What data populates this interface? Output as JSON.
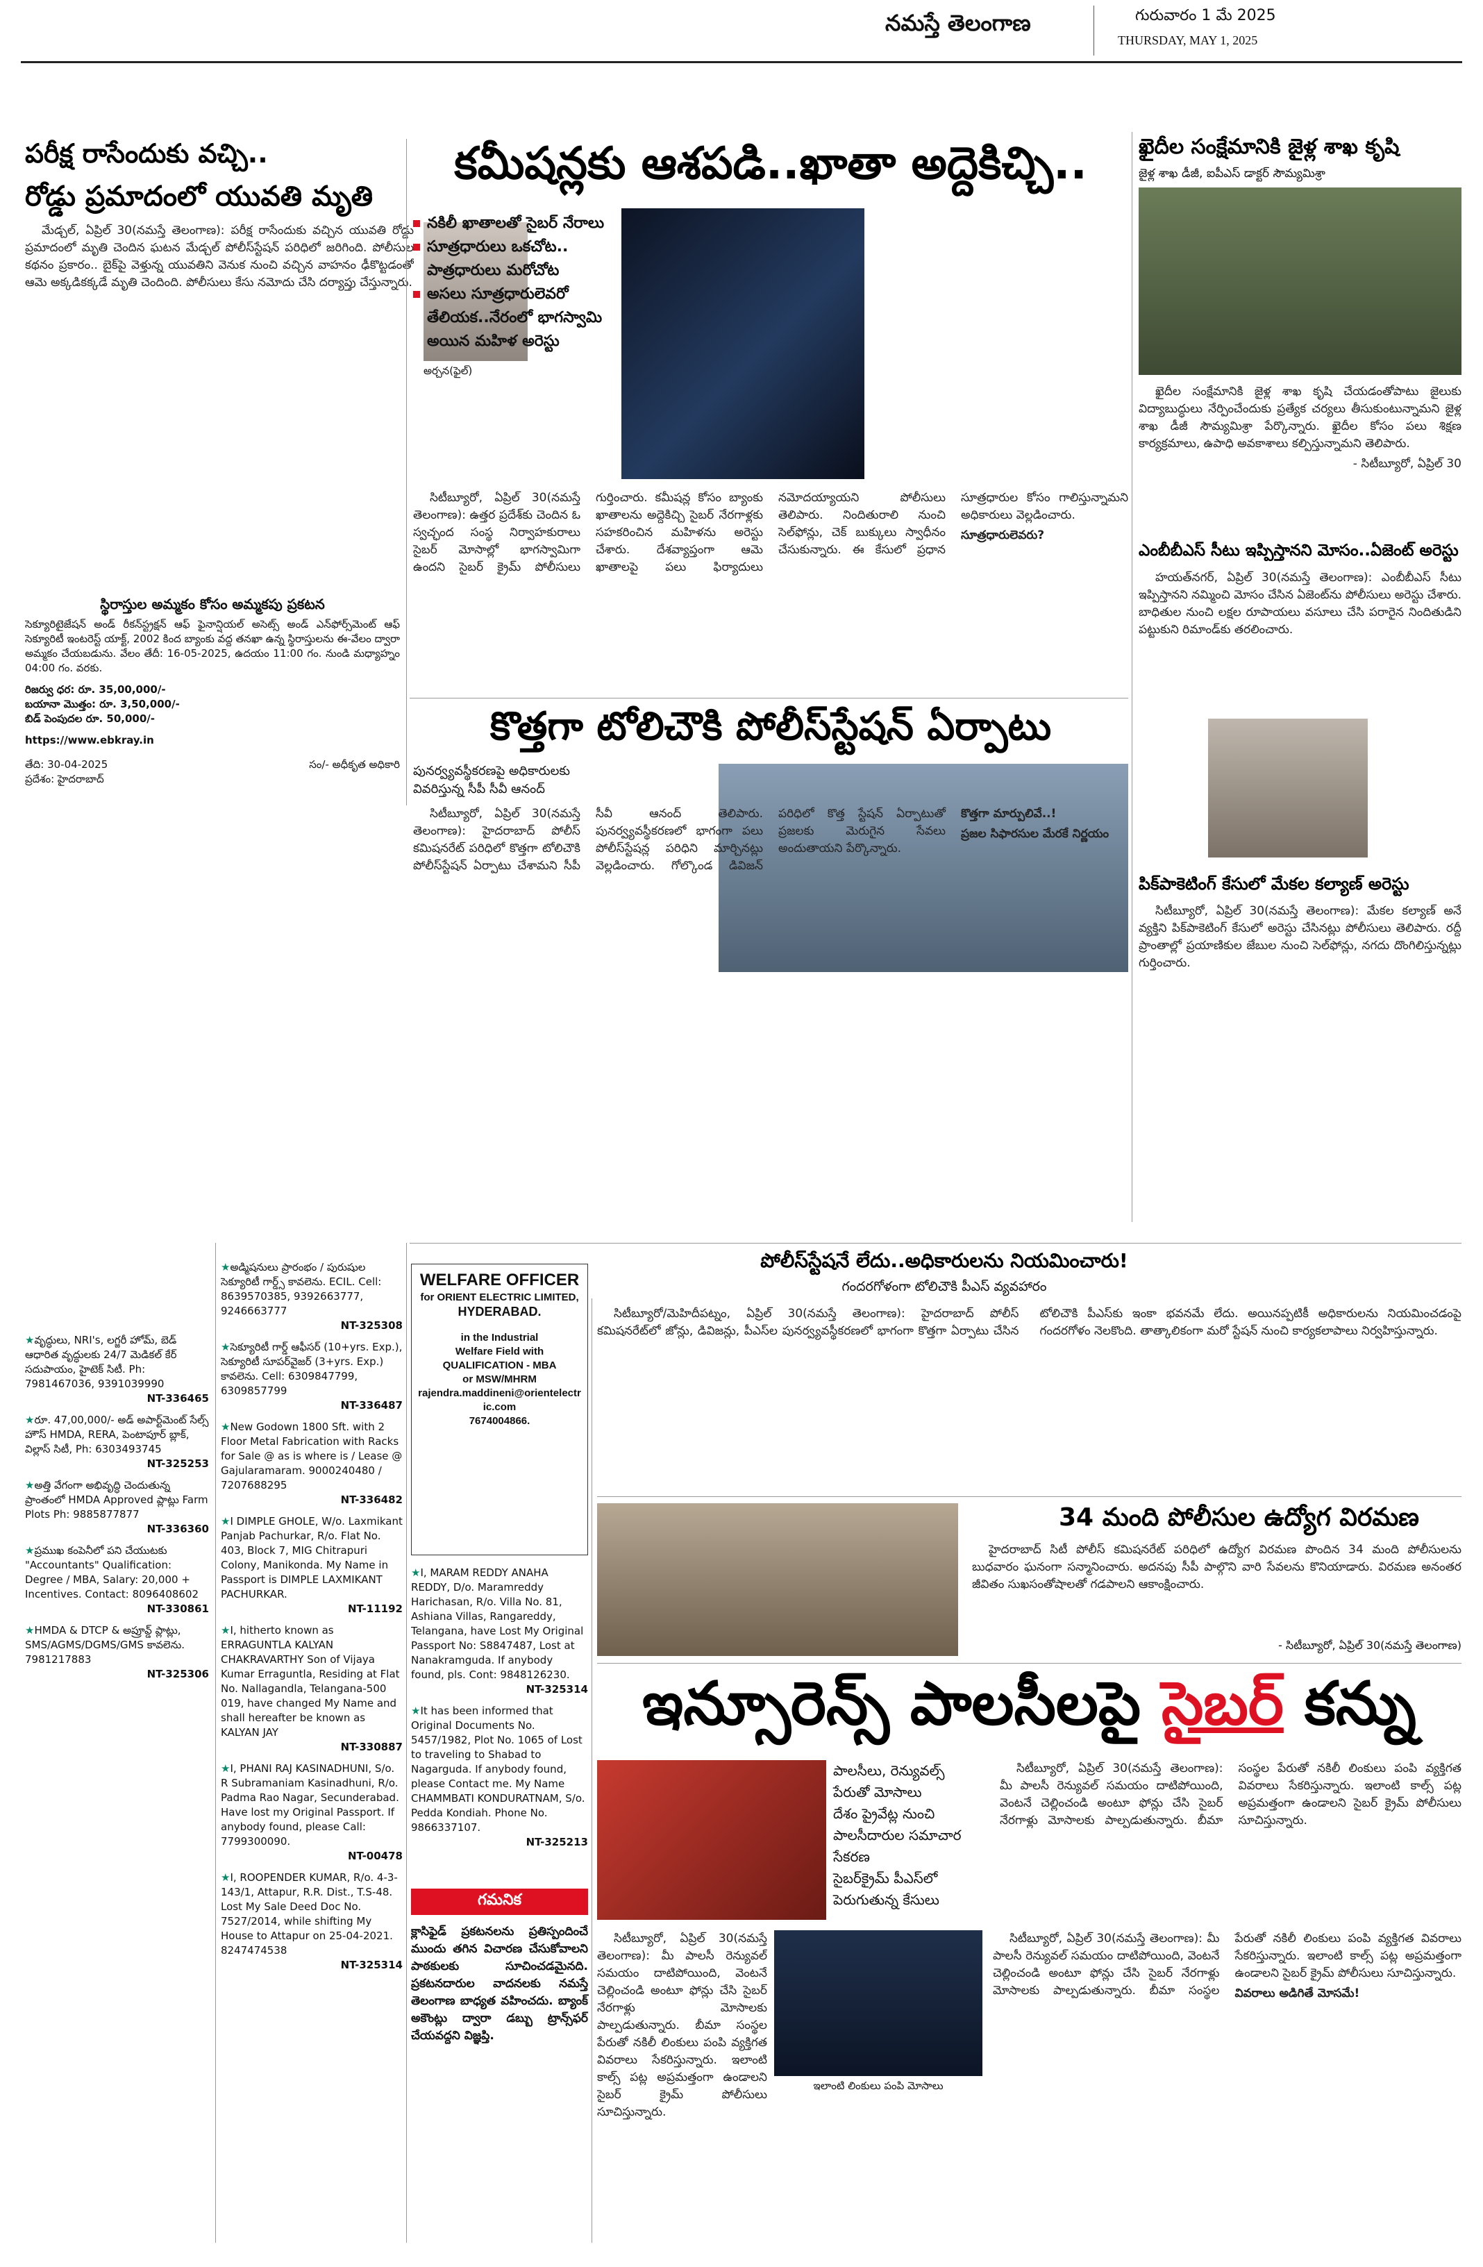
{
  "masthead": {
    "paper_name": "నమస్తే తెలంగాణ",
    "date_telugu": "గురువారం 1 మే 2025",
    "date_english": "THURSDAY, MAY 1, 2025"
  },
  "story_road_accident": {
    "kicker": "పరీక్ష రాసేందుకు వచ్చి..",
    "headline": "రోడ్డు ప్రమాదంలో యువతి మృతి",
    "body": "మేడ్చల్, ఏప్రిల్ 30(నమస్తే తెలంగాణ): పరీక్ష రాసేందుకు వచ్చిన యువతి రోడ్డు ప్రమాదంలో మృతి చెందిన ఘటన మేడ్చల్ పోలీస్‌స్టేషన్ పరిధిలో జరిగింది. పోలీసుల కథనం ప్రకారం.. బైక్‌పై వెళ్తున్న యువతిని వెనుక నుంచి వచ్చిన వాహనం ఢీకొట్టడంతో ఆమె అక్కడికక్కడే మృతి చెందింది. పోలీసులు కేసు నమోదు చేసి దర్యాప్తు చేస్తున్నారు.",
    "photo_caption": "అర్చన(ఫైల్)"
  },
  "story_commission": {
    "headline": "కమీషన్లకు ఆశపడి..ఖాతా అద్దెకిచ్చి..",
    "bullets": [
      "నకిలీ ఖాతాలతో సైబర్ నేరాలు",
      "సూత్రధారులు ఒకచోట..",
      "పాత్రధారులు మరోచోట",
      "అసలు సూత్రధారులెవరో",
      "తేలియక..నేరంలో భాగస్వామి",
      "అయిన మహిళ అరెస్టు"
    ],
    "body": "సిటీబ్యూరో, ఏప్రిల్ 30(నమస్తే తెలంగాణ): ఉత్తర ప్రదేశ్‌కు చెందిన ఓ స్వచ్ఛంద సంస్థ నిర్వాహకురాలు సైబర్ మోసాల్లో భాగస్వామిగా ఉందని సైబర్ క్రైమ్ పోలీసులు గుర్తించారు. కమీషన్ల కోసం బ్యాంకు ఖాతాలను అద్దెకిచ్చి సైబర్ నేరగాళ్లకు సహకరించిన మహిళను అరెస్టు చేశారు. దేశవ్యాప్తంగా ఆమె ఖాతాలపై పలు ఫిర్యాదులు నమోదయ్యాయని పోలీసులు తెలిపారు. నిందితురాలి నుంచి సెల్‌ఫోన్లు, చెక్ బుక్కులు స్వాధీనం చేసుకున్నారు. ఈ కేసులో ప్రధాన సూత్రధారుల కోసం గాలిస్తున్నామని అధికారులు వెల్లడించారు.",
    "signoff": "సూత్రధారులెవరు?"
  },
  "story_jail": {
    "headline": "ఖైదీల సంక్షేమానికి జైళ్ల శాఖ కృషి",
    "subhead": "జైళ్ల శాఖ డీజీ, ఐపీఎస్ డాక్టర్ సౌమ్యమిశ్రా",
    "body": "ఖైదీల సంక్షేమానికి జైళ్ల శాఖ కృషి చేయడంతోపాటు జైలుకు విద్యాబుద్ధులు నేర్పించేందుకు ప్రత్యేక చర్యలు తీసుకుంటున్నామని జైళ్ల శాఖ డీజీ సౌమ్యమిశ్రా పేర్కొన్నారు. ఖైదీల కోసం పలు శిక్షణ కార్యక్రమాలు, ఉపాధి అవకాశాలు కల్పిస్తున్నామని తెలిపారు.",
    "signoff": "- సిటీబ్యూరో, ఏప్రిల్ 30"
  },
  "story_mbbs": {
    "headline": "ఎంబీబీఎస్ సీటు ఇప్పిస్తానని మోసం..ఏజెంట్ అరెస్టు",
    "body": "హయత్‌నగర్, ఏప్రిల్ 30(నమస్తే తెలంగాణ): ఎంబీబీఎస్ సీటు ఇప్పిస్తానని నమ్మించి మోసం చేసిన ఏజెంట్‌ను పోలీసులు అరెస్టు చేశారు. బాధితుల నుంచి లక్షల రూపాయలు వసూలు చేసి పరారైన నిందితుడిని పట్టుకుని రిమాండ్‌కు తరలించారు."
  },
  "story_pickpocket": {
    "headline": "పిక్‌పాకెటింగ్ కేసులో మేకల కల్యాణ్ అరెస్టు",
    "body": "సిటీబ్యూరో, ఏప్రిల్ 30(నమస్తే తెలంగాణ): మేకల కల్యాణ్ అనే వ్యక్తిని పిక్‌పాకెటింగ్ కేసులో అరెస్టు చేసినట్లు పోలీసులు తెలిపారు. రద్దీ ప్రాంతాల్లో ప్రయాణికుల జేబుల నుంచి సెల్‌ఫోన్లు, నగదు దొంగిలిస్తున్నట్లు గుర్తించారు."
  },
  "story_tolichowki": {
    "headline": "కొత్తగా టోలిచౌకి పోలీస్‌స్టేషన్ ఏర్పాటు",
    "subhead_1": "పునర్వ్యవస్థీకరణపై అధికారులకు",
    "subhead_2": "వివరిస్తున్న సీపీ సీవీ ఆనంద్",
    "body": "సిటీబ్యూరో, ఏప్రిల్ 30(నమస్తే తెలంగాణ): హైదరాబాద్ పోలీస్ కమిషనరేట్ పరిధిలో కొత్తగా టోలిచౌకి పోలీస్‌స్టేషన్ ఏర్పాటు చేశామని సీపీ సీవీ ఆనంద్ తెలిపారు. పునర్వ్యవస్థీకరణలో భాగంగా పలు పోలీస్‌స్టేషన్ల పరిధిని మార్చినట్లు వెల్లడించారు. గోల్కొండ డివిజన్ పరిధిలో కొత్త స్టేషన్ ఏర్పాటుతో ప్రజలకు మెరుగైన సేవలు అందుతాయని పేర్కొన్నారు.",
    "section_title": "ప్రజల సిఫారసుల మేరకే నిర్ణయం",
    "section_title_2": "కొత్తగా మార్పులివే..!"
  },
  "story_police_station": {
    "headline": "పోలీస్‌స్టేషనే లేదు..అధికారులను నియమించారు!",
    "subhead": "గందరగోళంగా టోలిచౌకి పీఎస్ వ్యవహారం",
    "body": "సిటీబ్యూరో/మెహిదీపట్నం, ఏప్రిల్ 30(నమస్తే తెలంగాణ): హైదరాబాద్ పోలీస్ కమిషనరేట్‌లో జోన్లు, డివిజన్లు, పీఎస్‌ల పునర్వ్యవస్థీకరణలో భాగంగా కొత్తగా ఏర్పాటు చేసిన టోలిచౌకి పీఎస్‌కు ఇంకా భవనమే లేదు. అయినప్పటికీ అధికారులను నియమించడంపై గందరగోళం నెలకొంది. తాత్కాలికంగా మరో స్టేషన్ నుంచి కార్యకలాపాలు నిర్వహిస్తున్నారు."
  },
  "story_retirement": {
    "headline": "34 మంది పోలీసుల ఉద్యోగ విరమణ",
    "body": "హైదరాబాద్ సిటీ పోలీస్ కమిషనరేట్ పరిధిలో ఉద్యోగ విరమణ పొందిన 34 మంది పోలీసులను బుధవారం ఘనంగా సన్మానించారు. అదనపు సీపీ పాల్గొని వారి సేవలను కొనియాడారు. విరమణ అనంతర జీవితం సుఖసంతోషాలతో గడపాలని ఆకాంక్షించారు.",
    "signoff": "- సిటీబ్యూరో, ఏప్రిల్ 30(నమస్తే తెలంగాణ)"
  },
  "story_insurance": {
    "headline_part1": "ఇన్సూరెన్స్ పాలసీలపై",
    "headline_part2": "సైబర్",
    "headline_part3": "కన్ను",
    "subhead_lines": [
      "పాలసీలు, రెన్యువల్స్",
      "పేరుతో మోసాలు",
      "దేశం ప్రైవేట్ల నుంచి",
      "పాలసీదారుల సమాచార సేకరణ",
      "సైబర్‌క్రైమ్ పీఎస్‌లో",
      "పెరుగుతున్న కేసులు"
    ],
    "body": "సిటీబ్యూరో, ఏప్రిల్ 30(నమస్తే తెలంగాణ): మీ పాలసీ రెన్యువల్ సమయం దాటిపోయింది, వెంటనే చెల్లించండి అంటూ ఫోన్లు చేసి సైబర్ నేరగాళ్లు మోసాలకు పాల్పడుతున్నారు. బీమా సంస్థల పేరుతో నకిలీ లింకులు పంపి వ్యక్తిగత వివరాలు సేకరిస్తున్నారు. ఇలాంటి కాల్స్ పట్ల అప్రమత్తంగా ఉండాలని సైబర్ క్రైమ్ పోలీసులు సూచిస్తున్నారు.",
    "photo_caption": "ఇలాంటి లింకులు పంపి మోసాలు",
    "signoff": "వివరాలు అడిగితే మోసమే!"
  },
  "legal_notice": {
    "title": "స్థిరాస్తుల అమ్మకం కోసం అమ్మకపు ప్రకటన",
    "body": "సెక్యూరిటైజేషన్ అండ్ రీకన్‌స్ట్రక్షన్ ఆఫ్ ఫైనాన్షియల్ అసెట్స్ అండ్ ఎన్‌ఫోర్స్‌మెంట్ ఆఫ్ సెక్యూరిటీ ఇంటరెస్ట్ యాక్ట్, 2002 కింద బ్యాంకు వద్ద తనఖా ఉన్న స్థిరాస్తులను ఈ-వేలం ద్వారా అమ్మకం చేయబడును. వేలం తేదీ: 16-05-2025, ఉదయం 11:00 గం. నుండి మధ్యాహ్నం 04:00 గం. వరకు.",
    "lines": [
      "రిజర్వు ధర: రూ. 35,00,000/-",
      "బయానా మొత్తం: రూ. 3,50,000/-",
      "బిడ్ పెంపుదల రూ. 50,000/-"
    ],
    "website": "https://www.ebkray.in",
    "date": "తేది: 30-04-2025",
    "place": "ప్రదేశం: హైదరాబాద్",
    "signature": "సం/- అధీకృత అధికారి"
  },
  "classifieds_col1": [
    {
      "text": "వృద్ధులు, NRI's, లగ్జరీ హోమ్, బెడ్ ఆధారిత వృద్ధులకు 24/7 మెడికల్ కేర్ సదుపాయం, హైటెక్ సిటీ. Ph: 7981467036, 9391039990",
      "ref": "NT-336465"
    },
    {
      "text": "రూ. 47,00,000/- అడ్ అపార్ట్‌మెంట్ సేల్స్ హౌస్ HMDA, RERA, పెంటాపూర్ బ్లాక్, విల్లాస్ సిటీ, Ph: 6303493745",
      "ref": "NT-325253"
    },
    {
      "text": "అత్తి వేగంగా అభివృద్ధి చెందుతున్న ప్రాంతంలో HMDA Approved ప్లాట్లు Farm Plots Ph: 9885877877",
      "ref": "NT-336360"
    },
    {
      "text": "ప్రముఖ కంపెనీలో పని చేయుటకు \"Accountants\" Qualification: Degree / MBA, Salary: 20,000 + Incentives. Contact: 8096408602",
      "ref": "NT-330861"
    },
    {
      "text": "HMDA & DTCP & అప్రూవ్డ్ ప్లాట్లు, SMS/AGMS/DGMS/GMS కావలెను. 7981217883",
      "ref": "NT-325306"
    }
  ],
  "classifieds_col2": [
    {
      "text": "అడ్మిషనులు ప్రారంభం / పురుషుల సెక్యూరిటీ గార్డ్స్ కావలెను. ECIL. Cell: 8639570385, 9392663777, 9246663777",
      "ref": "NT-325308"
    },
    {
      "text": "సెక్యూరిటీ గార్డ్ ఆఫీసర్ (10+yrs. Exp.), సెక్యూరిటీ సూపర్‌వైజర్ (3+yrs. Exp.) కావలెను. Cell: 6309847799, 6309857799",
      "ref": "NT-336487"
    },
    {
      "text": "New Godown 1800 Sft. with 2 Floor Metal Fabrication with Racks for Sale @ as is where is / Lease @ Gajularamaram. 9000240480 / 7207688295",
      "ref": "NT-336482"
    },
    {
      "text": "I DIMPLE GHOLE, W/o. Laxmikant Panjab Pachurkar, R/o. Flat No. 403, Block 7, MIG Chitrapuri Colony, Manikonda. My Name in Passport is DIMPLE LAXMIKANT PACHURKAR.",
      "ref": "NT-11192"
    },
    {
      "text": "I, hitherto known as ERRAGUNTLA KALYAN CHAKRAVARTHY Son of Vijaya Kumar Erraguntla, Residing at Flat No. Nallagandla, Telangana-500 019, have changed My Name and shall hereafter be known as KALYAN JAY",
      "ref": "NT-330887"
    },
    {
      "text": "I, PHANI RAJ KASINADHUNI, S/o. R Subramaniam Kasinadhuni, R/o. Padma Rao Nagar, Secunderabad. Have lost my Original Passport. If anybody found, please Call: 7799300090.",
      "ref": "NT-00478"
    },
    {
      "text": "I, ROOPENDER KUMAR, R/o. 4-3-143/1, Attapur, R.R. Dist., T.S-48. Lost My Sale Deed Doc No. 7527/2014, while shifting My House to Attapur on 25-04-2021. 8247474538",
      "ref": "NT-325314"
    }
  ],
  "welfare_officer_ad": {
    "title": "WELFARE OFFICER",
    "subtitle_1": "for ORIENT ELECTRIC LIMITED,",
    "subtitle_2": "HYDERABAD.",
    "body_1": "in the Industrial",
    "body_2": "Welfare Field with",
    "body_3": "QUALIFICATION - MBA",
    "body_4": "or MSW/MHRM",
    "email": "rajendra.maddineni@orientelectric.com",
    "phone": "7674004866."
  },
  "classifieds_col3": [
    {
      "text": "I, MARAM REDDY ANAHA REDDY, D/o. Maramreddy Harichasan, R/o. Villa No. 81, Ashiana Villas, Rangareddy, Telangana, have Lost My Original Passport No: S8847487, Lost at Nanakramguda. If anybody found, pls. Cont: 9848126230.",
      "ref": "NT-325314"
    },
    {
      "text": "It has been informed that Original Documents No. 5457/1982, Plot No. 1065 of Lost to traveling to Shabad to Nagarguda. If anybody found, please Contact me. My Name CHAMMBATI KONDURATNAM, S/o. Pedda Kondiah. Phone No. 9866337107.",
      "ref": "NT-325213"
    }
  ],
  "notice_box": {
    "title": "గమనిక",
    "body": "క్లాసిఫైడ్ ప్రకటనలను ప్రతిస్పందించే ముందు తగిన విచారణ చేసుకోవాలని పాఠకులకు సూచించడమైనది. ప్రకటనదారుల వాదనలకు నమస్తే తెలంగాణ బాధ్యత వహించదు. బ్యాంక్ అకౌంట్లు ద్వారా డబ్బు ట్రాన్స్‌ఫర్ చేయవద్దని విజ్ఞప్తి."
  }
}
